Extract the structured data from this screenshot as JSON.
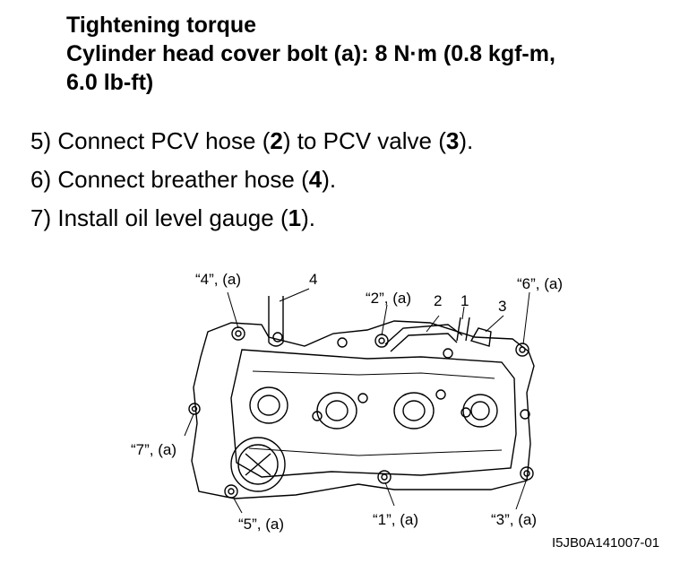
{
  "torque": {
    "heading": "Tightening torque",
    "line1": "Cylinder head cover bolt (a):  8 N·m (0.8 kgf-m,",
    "line2": "6.0 lb-ft)"
  },
  "steps": [
    {
      "pre": "5) Connect PCV hose (",
      "n1": "2",
      "mid": ") to PCV valve (",
      "n2": "3",
      "post": ")."
    },
    {
      "pre": "6) Connect breather hose (",
      "n1": "4",
      "post": ")."
    },
    {
      "pre": "7) Install oil level gauge (",
      "n1": "1",
      "post": ")."
    }
  ],
  "figure": {
    "callouts": {
      "c4a": "“4”, (a)",
      "n4": "4",
      "c2a": "“2”, (a)",
      "n2": "2",
      "n1": "1",
      "n3": "3",
      "c6a": "“6”, (a)",
      "c7a": "“7”, (a)",
      "c5a": "“5”, (a)",
      "c1a": "“1”, (a)",
      "c3a": "“3”, (a)"
    },
    "id": "I5JB0A141007-01"
  }
}
